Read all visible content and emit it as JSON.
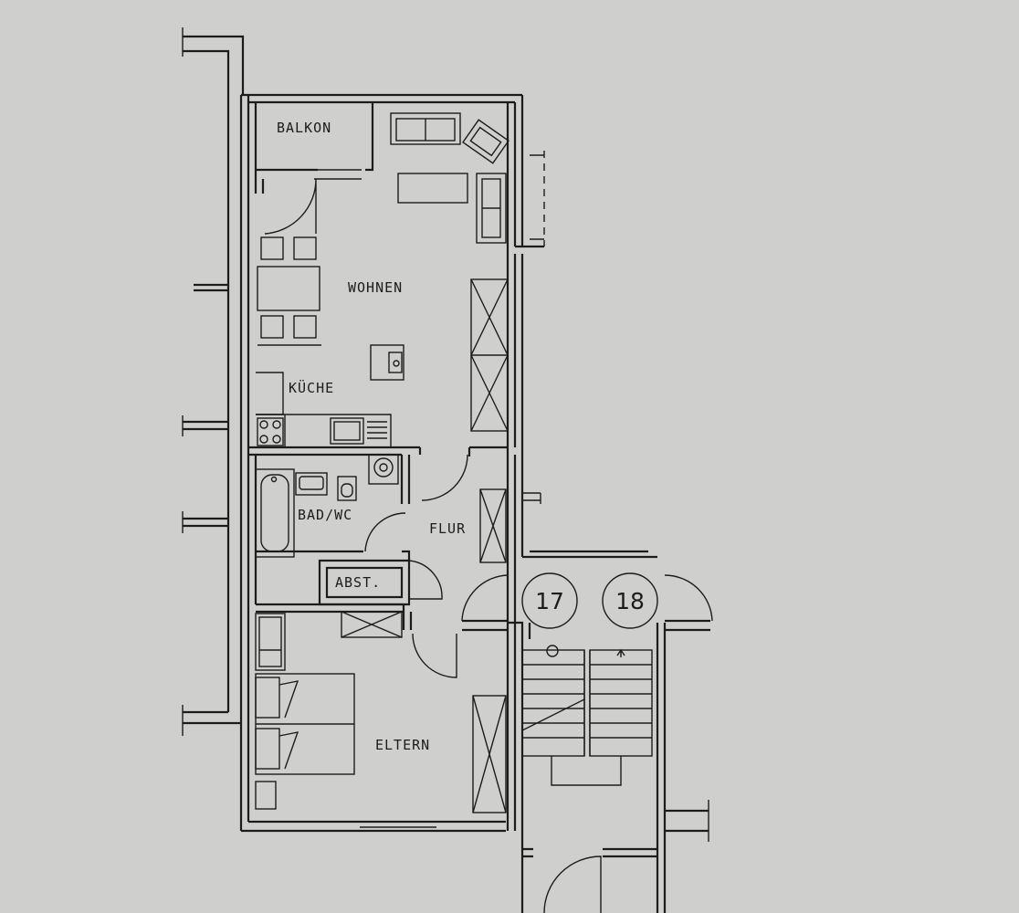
{
  "rooms": {
    "balkon": "BALKON",
    "wohnen": "WOHNEN",
    "kueche": "KÜCHE",
    "bad": "BAD/WC",
    "flur": "FLUR",
    "abst": "ABST.",
    "eltern": "ELTERN"
  },
  "apartment_numbers": {
    "left": "17",
    "right": "18"
  }
}
